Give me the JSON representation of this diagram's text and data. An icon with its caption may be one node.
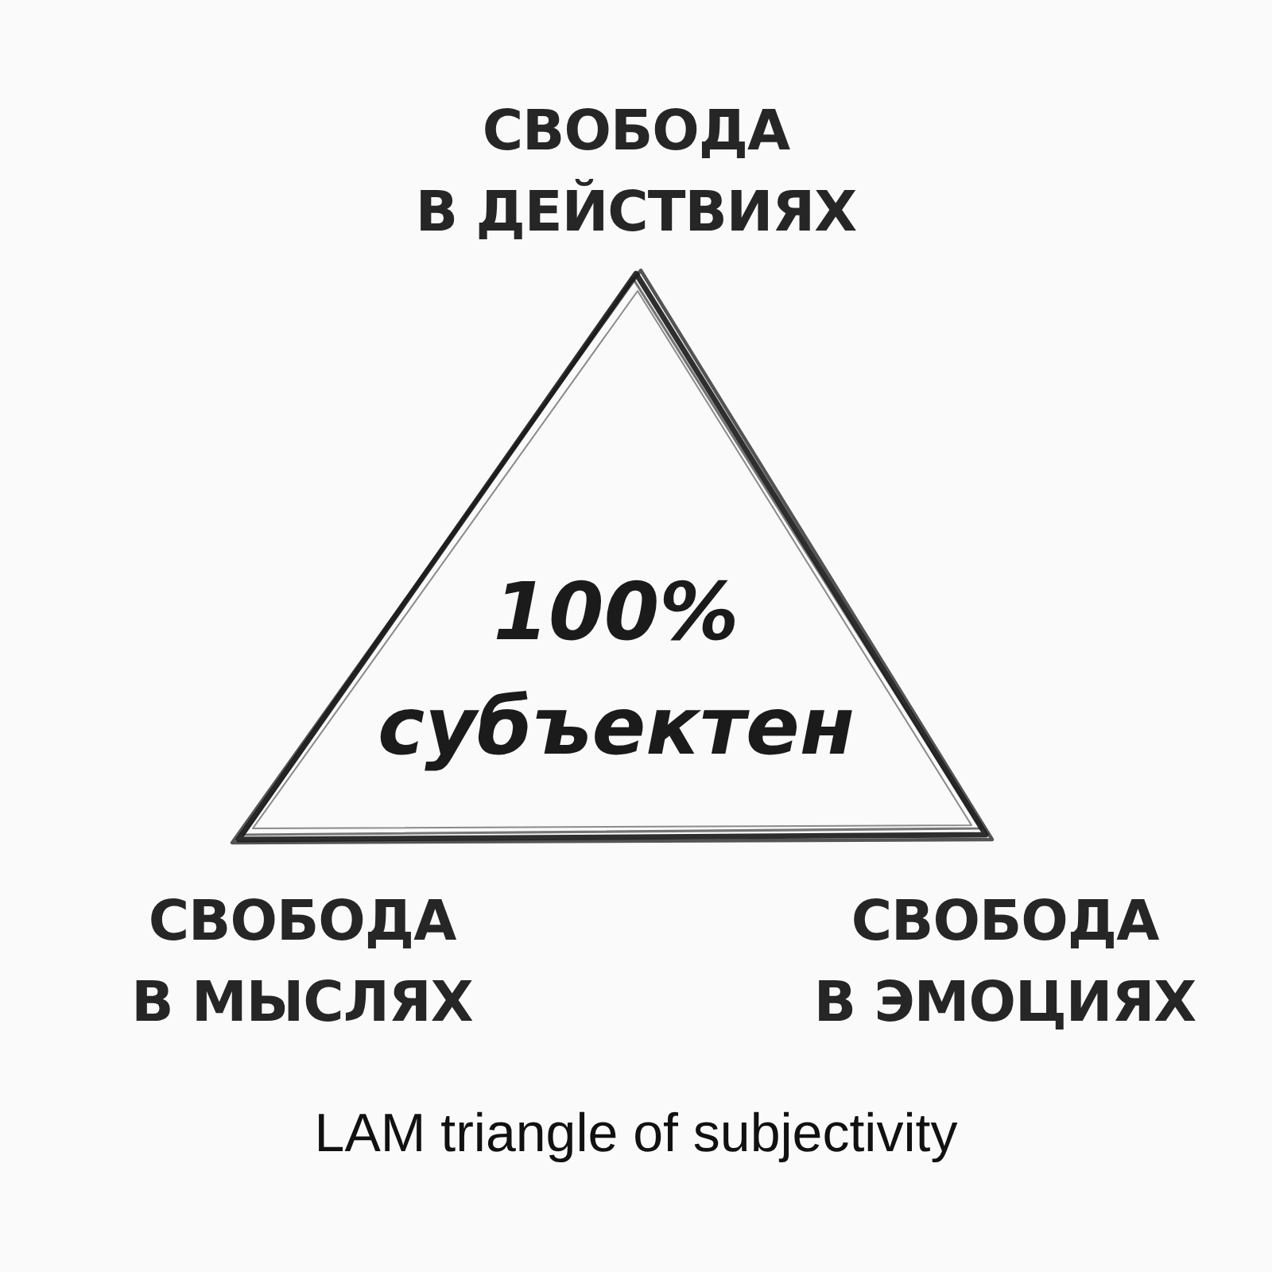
{
  "diagram": {
    "caption": "LAM triangle of subjectivity",
    "nodes": [
      {
        "text": [
          "100% субъектен"
        ]
      }
    ],
    "labels": [
      "СВОБОДА В ДЕЙСТВИЯХ",
      "СВОБОДА В МЫСЛЯХ",
      "СВОБОДА В ЭМОЦИЯХ"
    ]
  }
}
